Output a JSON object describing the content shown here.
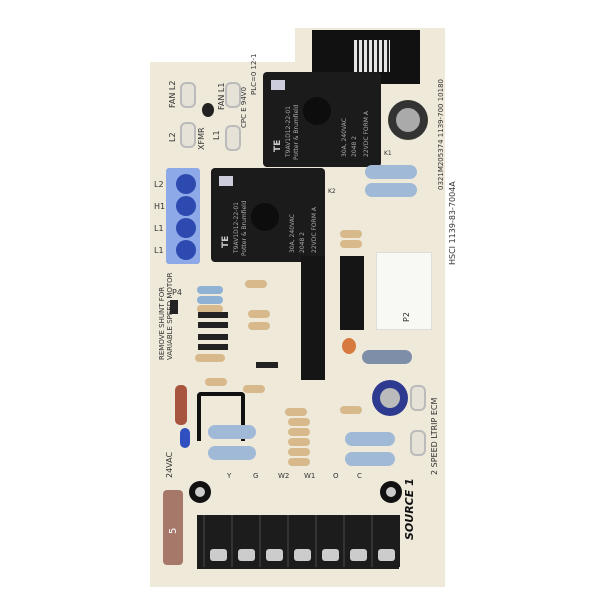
{
  "board": {
    "relay_k1": {
      "brand": "TE",
      "model": "T9AV1D12-22-01",
      "maker": "Potter & Brumfield",
      "coil": "22VDC FORM A",
      "rating": "30A, 240VAC",
      "code": "2048 2",
      "ref": "K1"
    },
    "relay_k2": {
      "brand": "TE",
      "model": "T9AV1D12-22-01",
      "maker": "Potter & Brumfield",
      "coil": "22VDC FORM A",
      "rating": "30A, 240VAC",
      "code": "2048 2",
      "ref": "K2"
    },
    "part_number": "HSCI 1139-83-7004A",
    "serial": "0321M205374 1139-700 10180",
    "top_labels": [
      "FAN L2",
      "XFMR",
      "FAN L1",
      "L2",
      "L1",
      "CPC E 94V0",
      "PLC=0 12-1"
    ],
    "connector_labels": [
      "L2",
      "H1",
      "L1",
      "L1"
    ],
    "side_note": "REMOVE SHUNT FOR VARIABLE SPEED MOTOR",
    "p4": "P4",
    "p2": "P2",
    "voltage_label": "24VAC",
    "ecm_label": "2 SPEED LTRIP ECM",
    "terminal_labels": [
      "Y",
      "G",
      "W2",
      "W1",
      "O",
      "C"
    ],
    "fuse_value": "5",
    "logo": "SOURCE 1"
  },
  "colors": {
    "board": "#efe9da",
    "relay": "#1b1b1b",
    "connector": "#3a5fc0",
    "fuse": "#a5786a"
  }
}
